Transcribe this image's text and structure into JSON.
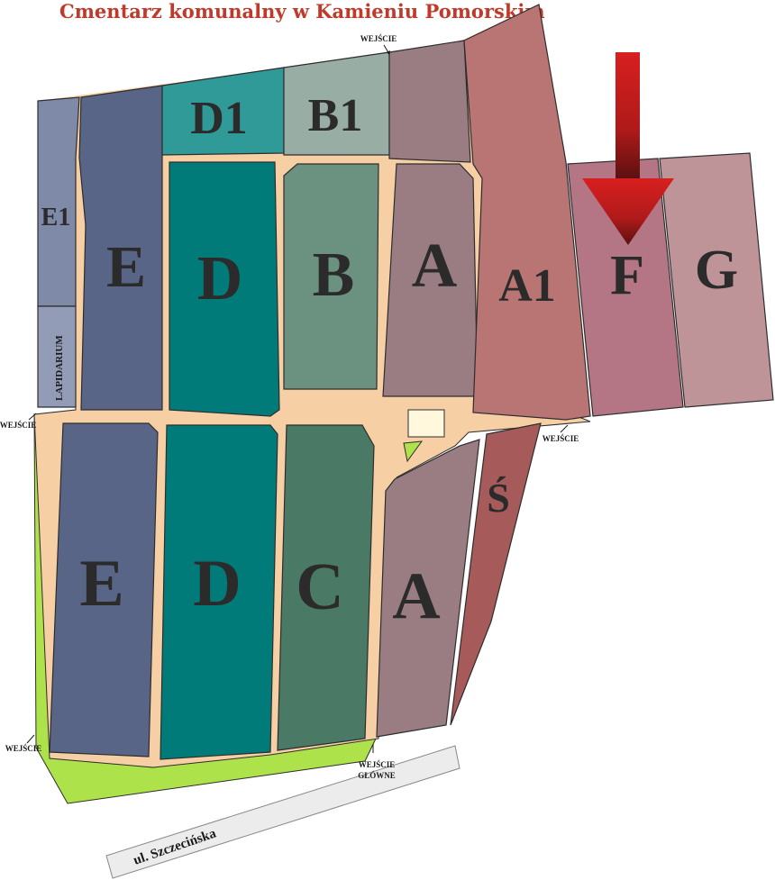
{
  "title": "Cmentarz komunalny w Kamieniu Pomorskim",
  "sections": {
    "E1": "E1",
    "D1": "D1",
    "B1": "B1",
    "E_north": "E",
    "D_north": "D",
    "B": "B",
    "A_north": "A",
    "A1": "A1",
    "F": "F",
    "G": "G",
    "E_south": "E",
    "D_south": "D",
    "C": "C",
    "A_south": "A",
    "S": "Ś"
  },
  "lapidarium": "LAPIDARIUM",
  "entrances": {
    "top": "WEJŚCIE",
    "west": "WEJŚCIE",
    "east": "WEJŚCIE",
    "southwest": "WEJŚCIE",
    "main_line1": "WEJŚCIE",
    "main_line2": "GŁÓWNE"
  },
  "street": "ul. Szczecińska",
  "highlighted_section": "F",
  "colors": {
    "title": "#c0392b",
    "paths": "#f6cfa4",
    "grass": "#aee24a",
    "E": "#596587",
    "E1": "#7f89a8",
    "D": "#007b7a",
    "D1": "#2f9a97",
    "B": "#6b9280",
    "B1": "#98ada3",
    "C": "#4a7a66",
    "A": "#9a7d82",
    "A1": "#b87574",
    "S": "#a65a5a",
    "F": "#b47585",
    "G": "#bf9499",
    "arrow": "#b81e1e"
  }
}
